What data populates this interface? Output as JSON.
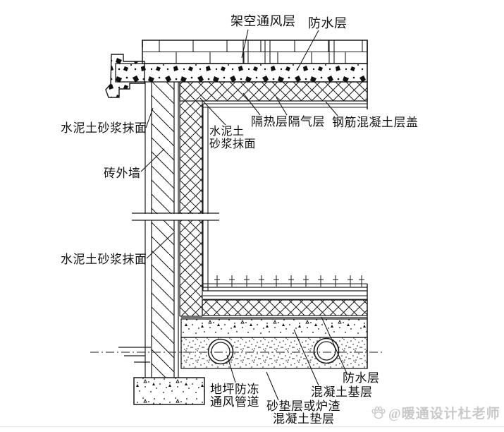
{
  "diagram": {
    "labels": {
      "elevated_vent_layer": "架空通风层",
      "waterproof_top": "防水层",
      "cement_mortar_left_upper": "水泥土砂浆抹面",
      "brick_wall": "砖外墙",
      "cement_mortar_left_lower": "水泥土砂浆抹面",
      "cement_mortar_inner_1": "水泥土",
      "cement_mortar_inner_2": "砂浆抹面",
      "insulation_vapor_layer": "隔热层隔气层",
      "rc_slab_cover": "钢筋混凝土层盖",
      "frost_vent_pipe_1": "地坪防冻",
      "frost_vent_pipe_2": "通风管道",
      "sand_cushion_1": "砂垫层或炉渣",
      "sand_cushion_2": "混凝土垫层",
      "concrete_base": "混凝土基层",
      "waterproof_bottom": "防水层"
    },
    "watermark": "@暖通设计杜老师",
    "colors": {
      "line": "#1a1a1a",
      "background": "#ffffff",
      "watermark": "#c9c9c9"
    }
  }
}
